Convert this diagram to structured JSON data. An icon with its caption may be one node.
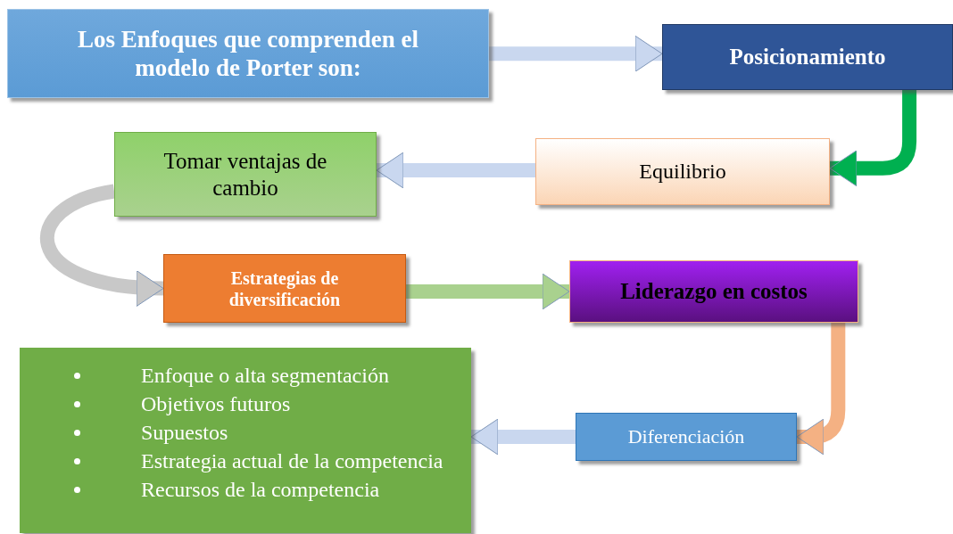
{
  "diagram": {
    "nodes": [
      {
        "text": [
          "Los Enfoques que comprenden el modelo de Porter son:"
        ]
      },
      {
        "text": [
          "Posicionamiento"
        ]
      },
      {
        "text": [
          "Equilibrio"
        ]
      },
      {
        "text": [
          "Tomar ventajas de cambio"
        ]
      },
      {
        "text": [
          "Estrategias de diversificación"
        ]
      },
      {
        "text": [
          "Liderazgo en costos"
        ]
      },
      {
        "text": [
          "Diferenciación"
        ]
      },
      {
        "text": [
          "Enfoque o alta segmentación",
          "Objetivos futuros",
          "Supuestos",
          "Estrategia actual de la competencia",
          "Recursos de la competencia"
        ]
      }
    ],
    "edges": [
      {
        "from": 0,
        "to": 1,
        "arrow": "to"
      },
      {
        "from": 1,
        "to": 2,
        "arrow": "to",
        "color": "#00b050"
      },
      {
        "from": 2,
        "to": 3,
        "arrow": "to"
      },
      {
        "from": 3,
        "to": 4,
        "arrow": "to",
        "color": "#c8c8c8"
      },
      {
        "from": 4,
        "to": 5,
        "arrow": "to",
        "color": "#a9d18e"
      },
      {
        "from": 5,
        "to": 6,
        "arrow": "to",
        "color": "#f4b183"
      },
      {
        "from": 6,
        "to": 7,
        "arrow": "to"
      }
    ]
  }
}
